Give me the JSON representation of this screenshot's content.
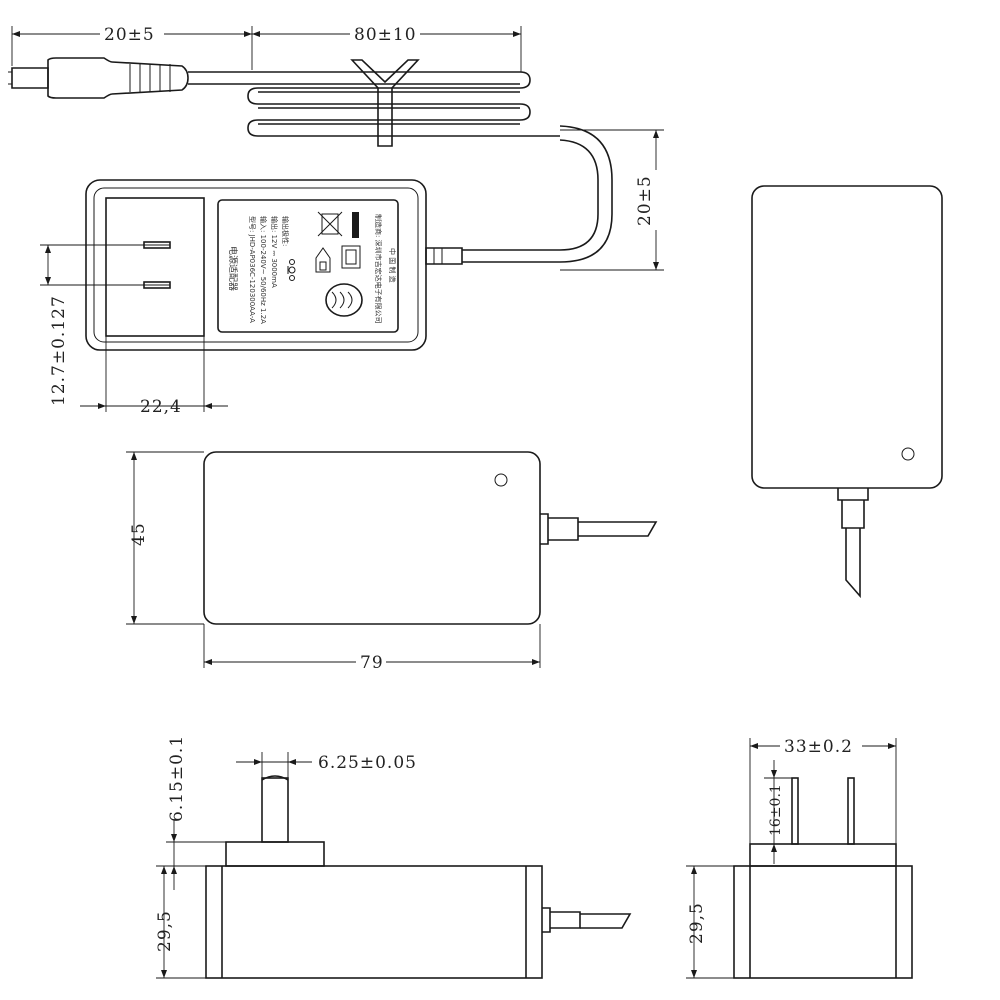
{
  "dimensions": {
    "plug_length": "20±5",
    "cable_coil_length": "80±10",
    "cable_exit_offset": "20±5",
    "pin_spacing": "12.7±0.127",
    "plug_area_width": "22,4",
    "body_height": "45",
    "body_length": "79",
    "pin_width": "6.25±0.05",
    "pin_height": "6.15±0.1",
    "body_depth_side": "29,5",
    "pin_span": "33±0.2",
    "pin_length": "16±0.1",
    "body_depth_end": "29,5"
  },
  "label": {
    "product_name": "电源适配器",
    "model": "型号: JHD-AP036C-120300AA-A",
    "input": "输入: 100-240V~ 50/60Hz 1.2A",
    "output": "输出: 12V ⎓ 3000mA",
    "polarity": "输出极性:",
    "manufacturer": "制造商: 深圳市吉宏达电子有限公司",
    "origin": "中 国 制 造"
  }
}
